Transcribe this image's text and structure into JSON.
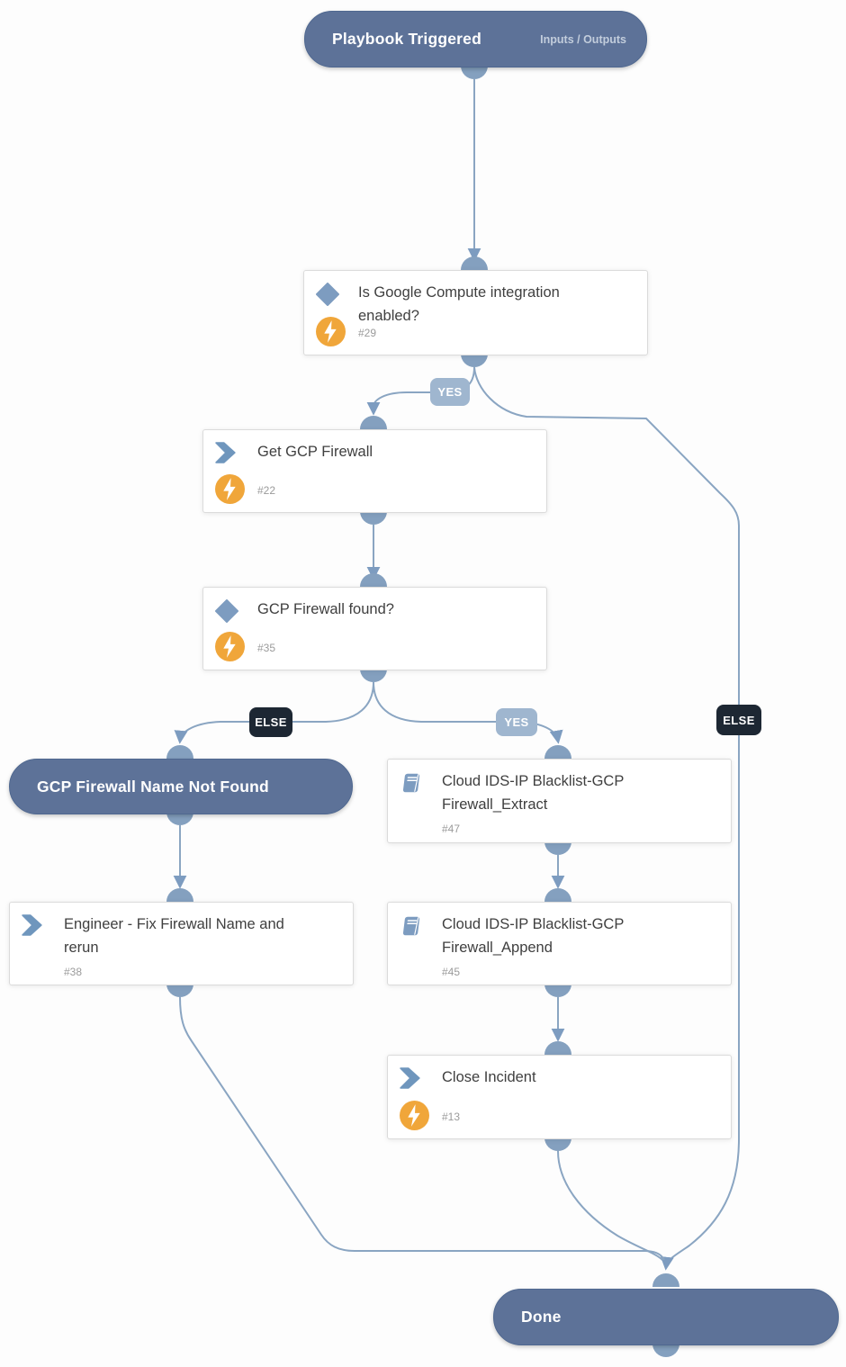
{
  "trigger": {
    "title": "Playbook Triggered",
    "link": "Inputs / Outputs"
  },
  "tasks": {
    "cond_google": {
      "title": "Is Google Compute integration enabled?",
      "id": "#29"
    },
    "get_fw": {
      "title": "Get GCP Firewall",
      "id": "#22"
    },
    "cond_found": {
      "title": "GCP Firewall found?",
      "id": "#35"
    },
    "section_not_found": {
      "title": "GCP Firewall Name Not Found"
    },
    "fix_name": {
      "title": "Engineer - Fix Firewall Name and rerun",
      "id": "#38"
    },
    "extract": {
      "title": "Cloud IDS-IP Blacklist-GCP Firewall_Extract",
      "id": "#47"
    },
    "append": {
      "title": "Cloud IDS-IP Blacklist-GCP Firewall_Append",
      "id": "#45"
    },
    "close": {
      "title": "Close Incident",
      "id": "#13"
    },
    "done": {
      "title": "Done"
    }
  },
  "badges": {
    "yes_top": "YES",
    "else_left": "ELSE",
    "yes_right": "YES",
    "else_right": "ELSE"
  },
  "colors": {
    "pill": "#5d7298",
    "wire": "#8aa5c2",
    "arrow": "#7d9cc0",
    "badge_yes": "#9fb6cf",
    "badge_else": "#1d2733",
    "bolt": "#f0a63a",
    "icon_blue": "#7d9cc0"
  }
}
